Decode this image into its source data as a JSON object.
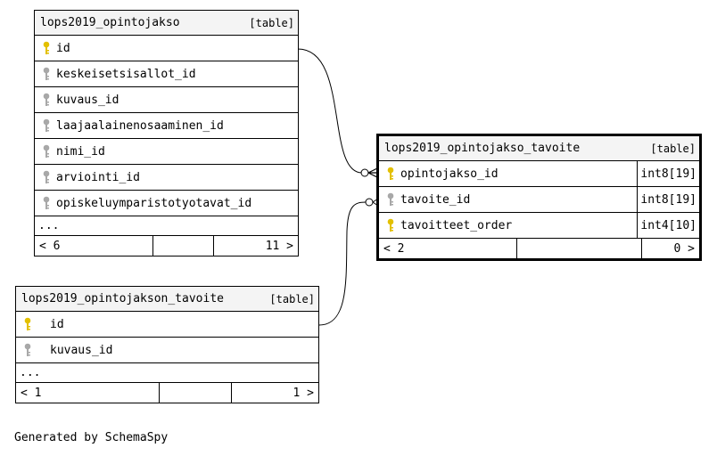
{
  "tables": {
    "opintojakso": {
      "name": "lops2019_opintojakso",
      "kind": "[table]",
      "columns": [
        {
          "name": "id",
          "key": "gold-key-icon"
        },
        {
          "name": "keskeisetsisallot_id",
          "key": "gray-key-icon"
        },
        {
          "name": "kuvaus_id",
          "key": "gray-key-icon"
        },
        {
          "name": "laajaalainenosaaminen_id",
          "key": "gray-key-icon"
        },
        {
          "name": "nimi_id",
          "key": "gray-key-icon"
        },
        {
          "name": "arviointi_id",
          "key": "gray-key-icon"
        },
        {
          "name": "opiskeluymparistotyotavat_id",
          "key": "gray-key-icon"
        }
      ],
      "more": "...",
      "parents": "< 6",
      "children": "11 >"
    },
    "opintojakso_tavoite": {
      "name": "lops2019_opintojakso_tavoite",
      "kind": "[table]",
      "columns": [
        {
          "name": "opintojakso_id",
          "type": "int8[19]",
          "key": "gold-key-icon"
        },
        {
          "name": "tavoite_id",
          "type": "int8[19]",
          "key": "gray-key-icon"
        },
        {
          "name": "tavoitteet_order",
          "type": "int4[10]",
          "key": "gold-key-icon"
        }
      ],
      "parents": "< 2",
      "children": "0 >"
    },
    "opintojakson_tavoite": {
      "name": "lops2019_opintojakson_tavoite",
      "kind": "[table]",
      "columns": [
        {
          "name": "id",
          "key": "gold-key-icon"
        },
        {
          "name": "kuvaus_id",
          "key": "gray-key-icon"
        }
      ],
      "more": "...",
      "parents": "< 1",
      "children": "1 >"
    }
  },
  "footer_text": "Generated by SchemaSpy",
  "colors": {
    "primary_key": "#e3c000",
    "foreign_key": "#a8a8a8"
  }
}
